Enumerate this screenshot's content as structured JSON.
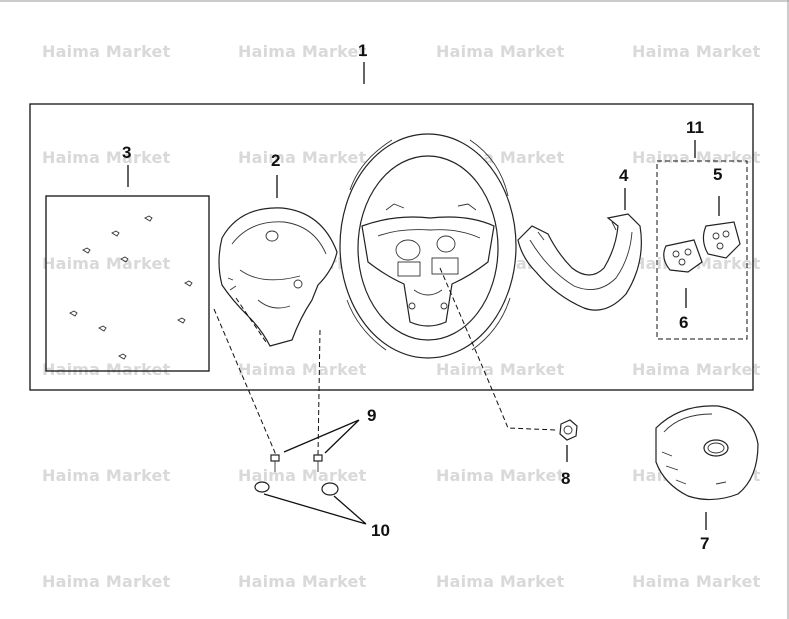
{
  "watermark": {
    "text": "Haima Market"
  },
  "callouts": [
    {
      "id": "c1",
      "label": "1"
    },
    {
      "id": "c2",
      "label": "2"
    },
    {
      "id": "c3",
      "label": "3"
    },
    {
      "id": "c4",
      "label": "4"
    },
    {
      "id": "c5",
      "label": "5"
    },
    {
      "id": "c6",
      "label": "6"
    },
    {
      "id": "c7",
      "label": "7"
    },
    {
      "id": "c8",
      "label": "8"
    },
    {
      "id": "c9",
      "label": "9"
    },
    {
      "id": "c10",
      "label": "10"
    },
    {
      "id": "c11",
      "label": "11"
    }
  ]
}
